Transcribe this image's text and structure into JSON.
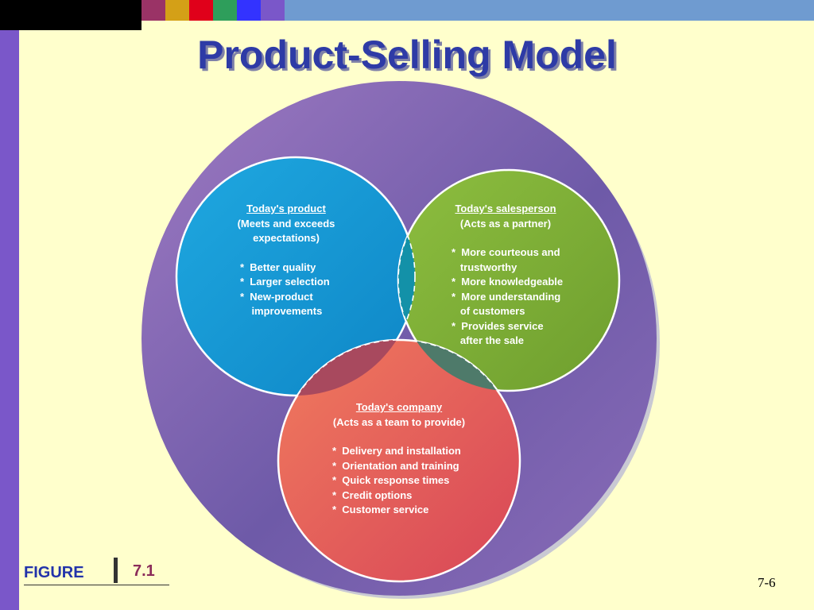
{
  "title": "Product-Selling Model",
  "colors": {
    "background": "#FFFFCC",
    "title": "#2E3BA6",
    "outer_circle": "#7C5FAE",
    "product_circle": "#1B9AD6",
    "salesperson_circle": "#7AAE35",
    "company_circle": "#E45A5A",
    "swatches": [
      "#9A3366",
      "#D4A017",
      "#E0001A",
      "#2E9E5B",
      "#3333FF",
      "#7A57C9"
    ]
  },
  "product": {
    "heading": "Today's product",
    "subtitle_line1": "(Meets and exceeds",
    "subtitle_line2": "expectations)",
    "items": [
      "*  Better quality",
      "*  Larger selection",
      "*  New-product",
      "    improvements"
    ]
  },
  "salesperson": {
    "heading": "Today's salesperson",
    "subtitle": "(Acts as a partner)",
    "items": [
      "*  More courteous and",
      "   trustworthy",
      "*  More knowledgeable",
      "*  More understanding",
      "   of customers",
      "*  Provides service",
      "   after the sale"
    ]
  },
  "company": {
    "heading": "Today's company",
    "subtitle": "(Acts as a team to provide)",
    "items": [
      "*  Delivery and installation",
      "*  Orientation and training",
      "*  Quick response times",
      "*  Credit options",
      "*  Customer service"
    ]
  },
  "figure": {
    "label": "FIGURE",
    "number": "7.1"
  },
  "page_number": "7-6"
}
